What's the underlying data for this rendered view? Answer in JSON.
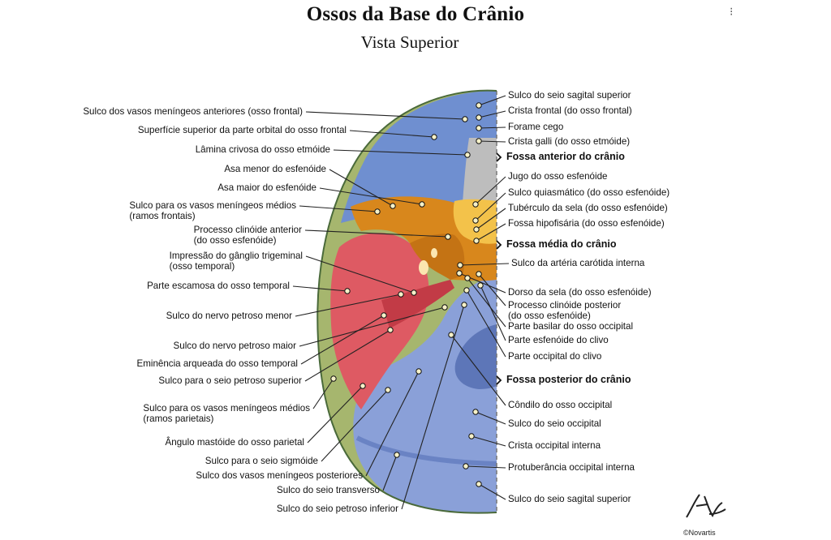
{
  "title": "Ossos da Base do Crânio",
  "subtitle": "Vista Superior",
  "corner_mark": "⁝",
  "copyright": "©Novartis",
  "colors": {
    "frontal": "#6f8fd0",
    "sphenoid": "#d8871c",
    "temporal": "#de5a63",
    "parietal": "#a6b66e",
    "occipital": "#8aa0d8",
    "ethmoid": "#bdbdbd",
    "sella": "#f3c24a"
  },
  "labels_left": [
    {
      "text": "Sulco dos vasos meníngeos anteriores (osso frontal)"
    },
    {
      "text": "Superfície superior da parte orbital do osso frontal"
    },
    {
      "text": "Lâmina crivosa do osso etmóide"
    },
    {
      "text": "Asa menor do esfenóide"
    },
    {
      "text": "Asa maior do esfenóide"
    },
    {
      "text": "Sulco para os vasos meníngeos médios",
      "line2": "(ramos frontais)"
    },
    {
      "text": "Processo clinóide anterior",
      "line2": "(do osso esfenóide)"
    },
    {
      "text": "Impressão do gânglio trigeminal",
      "line2": "(osso temporal)"
    },
    {
      "text": "Parte escamosa do osso temporal"
    },
    {
      "text": "Sulco do nervo petroso menor"
    },
    {
      "text": "Sulco do nervo petroso maior"
    },
    {
      "text": "Eminência arqueada do osso temporal"
    },
    {
      "text": "Sulco para o seio petroso superior"
    },
    {
      "text": "Sulco para os vasos meníngeos médios",
      "line2": "(ramos parietais)"
    },
    {
      "text": "Ângulo mastóide do osso parietal"
    },
    {
      "text": "Sulco para o seio sigmóide"
    },
    {
      "text": "Sulco dos vasos meníngeos posteriores"
    },
    {
      "text": "Sulco do seio transverso"
    },
    {
      "text": "Sulco do seio petroso inferior"
    }
  ],
  "labels_right": [
    {
      "text": "Sulco do seio sagital superior"
    },
    {
      "text": "Crista frontal (do osso frontal)"
    },
    {
      "text": "Forame cego"
    },
    {
      "text": "Crista galli (do osso etmóide)"
    },
    {
      "text": "Fossa anterior do crânio",
      "bold": true
    },
    {
      "text": "Jugo do osso esfenóide"
    },
    {
      "text": "Sulco quiasmático (do osso esfenóide)"
    },
    {
      "text": "Tubérculo da sela (do osso esfenóide)"
    },
    {
      "text": "Fossa hipofisária (do osso esfenóide)"
    },
    {
      "text": "Fossa média do crânio",
      "bold": true
    },
    {
      "text": "Sulco da artéria carótida interna"
    },
    {
      "text": "Dorso da sela (do osso esfenóide)"
    },
    {
      "text": "Processo clinóide posterior",
      "line2": "(do osso esfenóide)"
    },
    {
      "text": "Parte basilar do osso occipital"
    },
    {
      "text": "Parte esfenóide do clivo"
    },
    {
      "text": "Parte occipital do clivo"
    },
    {
      "text": "Fossa posterior do crânio",
      "bold": true
    },
    {
      "text": "Côndilo do osso occipital"
    },
    {
      "text": "Sulco do seio occipital"
    },
    {
      "text": "Crista occipital interna"
    },
    {
      "text": "Protuberância occipital interna"
    },
    {
      "text": "Sulco do seio sagital superior"
    }
  ]
}
